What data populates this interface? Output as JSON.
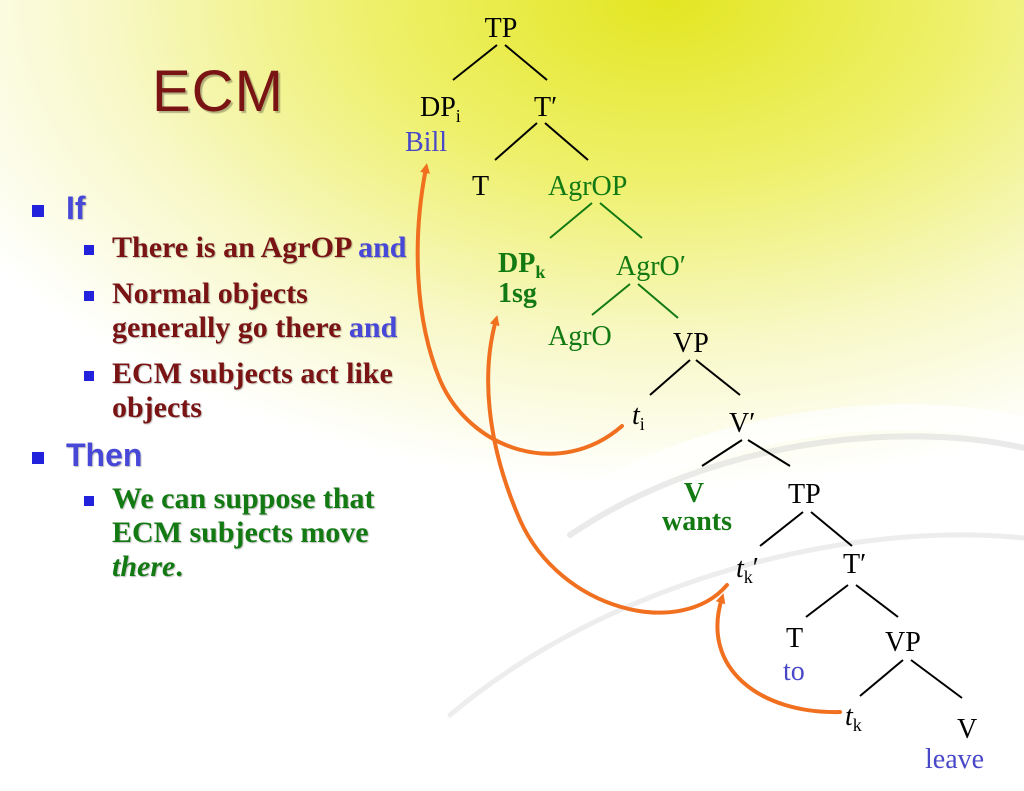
{
  "slide": {
    "title": "ECM",
    "if_label": "If",
    "if_items": [
      {
        "text": "There is an AgrOP",
        "conj": "and"
      },
      {
        "text": "Normal objects generally go there",
        "conj": "and"
      },
      {
        "text": "ECM subjects act like objects",
        "conj": ""
      }
    ],
    "then_label": "Then",
    "then_items": [
      {
        "text": "We can suppose that ECM subjects move",
        "emph": "there",
        "end": "."
      }
    ]
  },
  "tree": {
    "nodes": {
      "tp_top": "TP",
      "dp_i": "DP",
      "dp_i_sub": "i",
      "bill": "Bill",
      "t_bar_top": "T′",
      "t_top": "T",
      "agrop": "AgrOP",
      "dp_k": "DP",
      "dp_k_sub": "k",
      "dp_k_feat": "1sg",
      "agro_bar": "AgrO′",
      "agro": "AgrO",
      "vp_upper": "VP",
      "t_i": "t",
      "t_i_sub": "i",
      "v_bar": "V′",
      "v_upper": "V",
      "wants": "wants",
      "tp_lower": "TP",
      "t_k_prime": "t",
      "t_k_prime_sub": "k",
      "t_k_prime_mark": "′",
      "t_bar_lower": "T′",
      "t_lower": "T",
      "to": "to",
      "vp_lower": "VP",
      "t_k": "t",
      "t_k_sub": "k",
      "v_lower": "V",
      "leave": "leave"
    },
    "colors": {
      "black": "#000000",
      "green": "#137a13",
      "blue": "#4848c8",
      "arrow": "#f07020"
    }
  }
}
